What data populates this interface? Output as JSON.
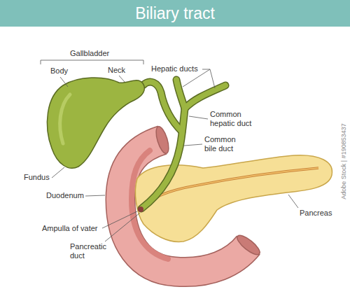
{
  "diagram": {
    "title": "Biliary tract",
    "labels": [
      "Gallbladder",
      "Body",
      "Neck",
      "Hepatic ducts",
      "Common hepatic duct",
      "Common bile duct",
      "Fundus",
      "Duodenum",
      "Ampulla of vater",
      "Pancreas",
      "Pancreatic duct",
      "Adobe Stock | #190853437"
    ]
  }
}
